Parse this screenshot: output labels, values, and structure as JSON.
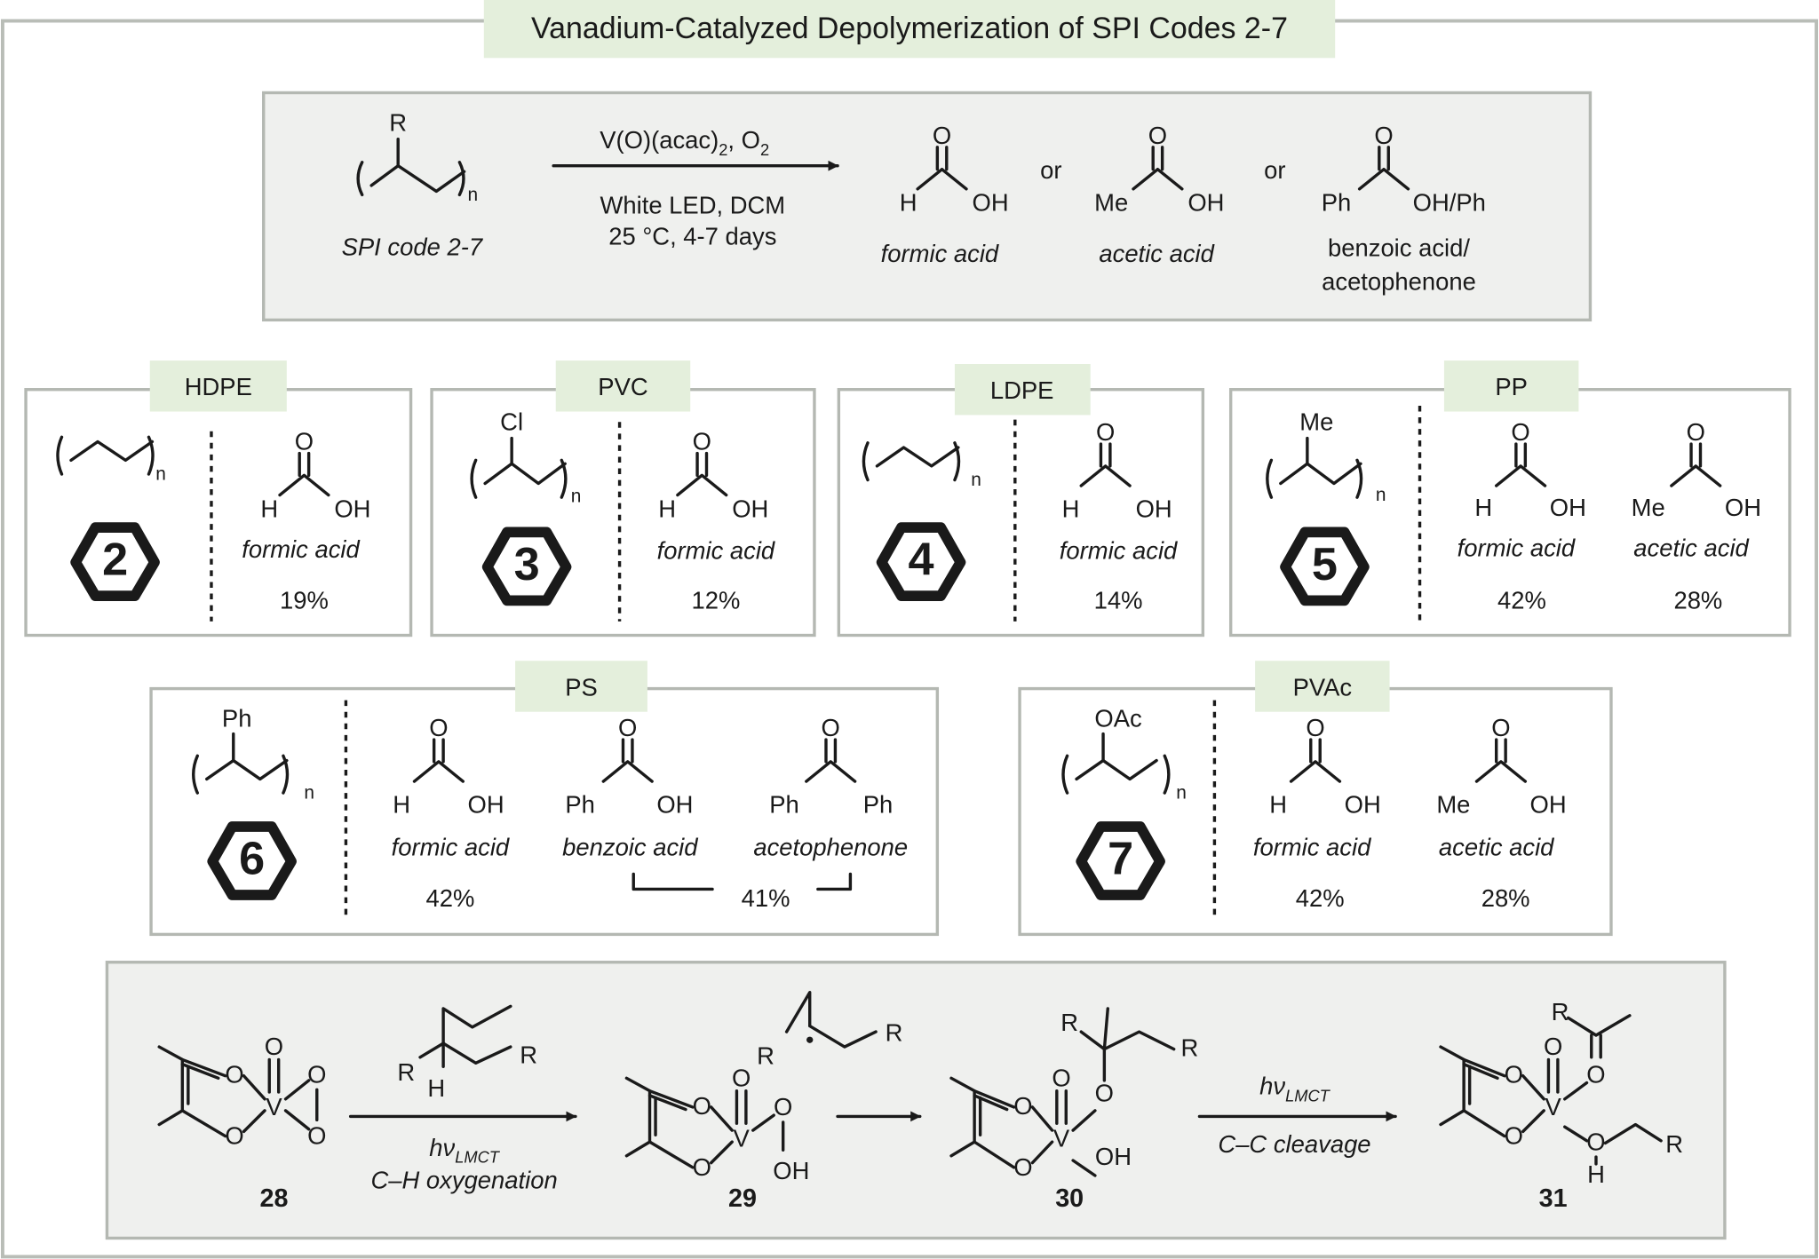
{
  "title": "Vanadium-Catalyzed Depolymerization of SPI Codes 2-7",
  "reaction": {
    "substituent": "R",
    "repeat": "n",
    "substrate_label": "SPI code 2-7",
    "reagent_1": "V(O)(acac)",
    "reagent_1_sub": "2",
    "reagent_1_tail": ", O",
    "reagent_1_sub2": "2",
    "conditions_1": "White LED, DCM",
    "conditions_2": "25 °C, 4-7 days",
    "or": "or",
    "products": [
      {
        "left": "H",
        "right": "OH",
        "label": "formic acid"
      },
      {
        "left": "Me",
        "right": "OH",
        "label": "acetic acid"
      },
      {
        "left": "Ph",
        "right": "OH/Ph",
        "label_1": "benzoic acid/",
        "label_2": "acetophenone"
      }
    ]
  },
  "atoms": {
    "O": "O",
    "H": "H",
    "OH": "OH",
    "Me": "Me",
    "Ph": "Ph",
    "Cl": "Cl",
    "OAc": "OAc",
    "n": "n",
    "V": "V",
    "R": "R"
  },
  "polymers": [
    {
      "name": "HDPE",
      "code": "2",
      "product": "formic acid",
      "yield": "19%"
    },
    {
      "name": "PVC",
      "code": "3",
      "substituent": "Cl",
      "product": "formic acid",
      "yield": "12%"
    },
    {
      "name": "LDPE",
      "code": "4",
      "product": "formic acid",
      "yield": "14%"
    },
    {
      "name": "PP",
      "code": "5",
      "substituent": "Me",
      "products": [
        "formic acid",
        "acetic acid"
      ],
      "yields": [
        "42%",
        "28%"
      ]
    },
    {
      "name": "PS",
      "code": "6",
      "substituent": "Ph",
      "products": [
        "formic acid",
        "benzoic acid",
        "acetophenone"
      ],
      "yields": [
        "42%",
        "41%"
      ]
    },
    {
      "name": "PVAc",
      "code": "7",
      "substituent": "OAc",
      "products": [
        "formic acid",
        "acetic acid"
      ],
      "yields": [
        "42%",
        "28%"
      ]
    }
  ],
  "mechanism": {
    "compounds": [
      "28",
      "29",
      "30",
      "31"
    ],
    "step_1": {
      "label": "hν",
      "sub": "LMCT",
      "label_2": "C–H oxygenation"
    },
    "step_3": {
      "label": "hν",
      "sub": "LMCT",
      "label_2": "C–C cleavage"
    }
  }
}
